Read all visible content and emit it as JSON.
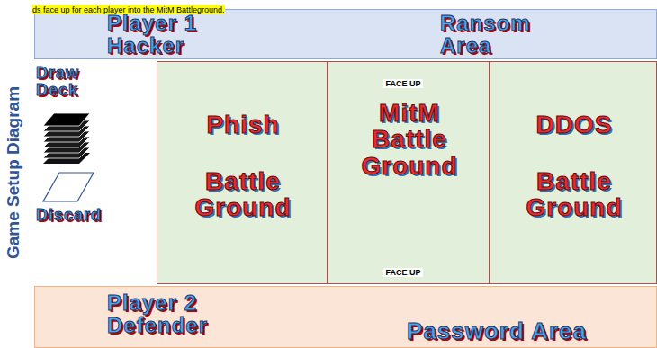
{
  "diagram": {
    "title": "Game Setup Diagram",
    "nodes": [
      {
        "text": [
          "Player 1 Hacker",
          "Ransom Area"
        ]
      },
      {
        "text": [
          "Phish",
          "Battle Ground"
        ]
      },
      {
        "text": [
          "MitM Battle Ground"
        ]
      },
      {
        "text": [
          "DDOS",
          "Battle Ground"
        ]
      },
      {
        "text": [
          "Player 2 Defender",
          "Password Area"
        ]
      }
    ],
    "labels": [
      "ds face up for each player into the MitM Battleground.",
      "Draw Deck",
      "Discard",
      "FACE UP",
      "FACE UP"
    ]
  }
}
